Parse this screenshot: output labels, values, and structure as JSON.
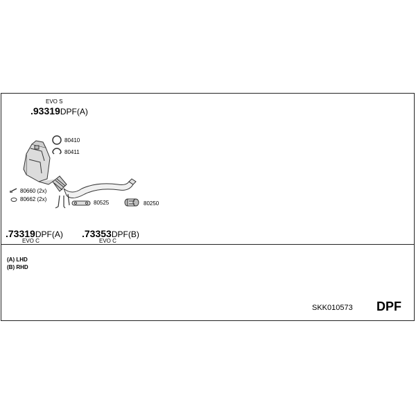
{
  "top_assembly": {
    "variant": "EVO S",
    "number": ".93319",
    "suffix": "DPF(A)"
  },
  "parts": {
    "p80410": "80410",
    "p80411": "80411",
    "p80660": "80660 (2x)",
    "p80662": "80662 (2x)",
    "p80525": "80525",
    "p80250": "80250"
  },
  "bottom_left": {
    "number": ".73319",
    "suffix": "DPF(A)",
    "variant": "EVO C"
  },
  "bottom_mid": {
    "number": ".73353",
    "suffix": "DPF(B)",
    "variant": "EVO C"
  },
  "notes": {
    "a": "(A) LHD",
    "b": "(B) RHD"
  },
  "kit_code": "SKK010573",
  "kit_type": "DPF"
}
